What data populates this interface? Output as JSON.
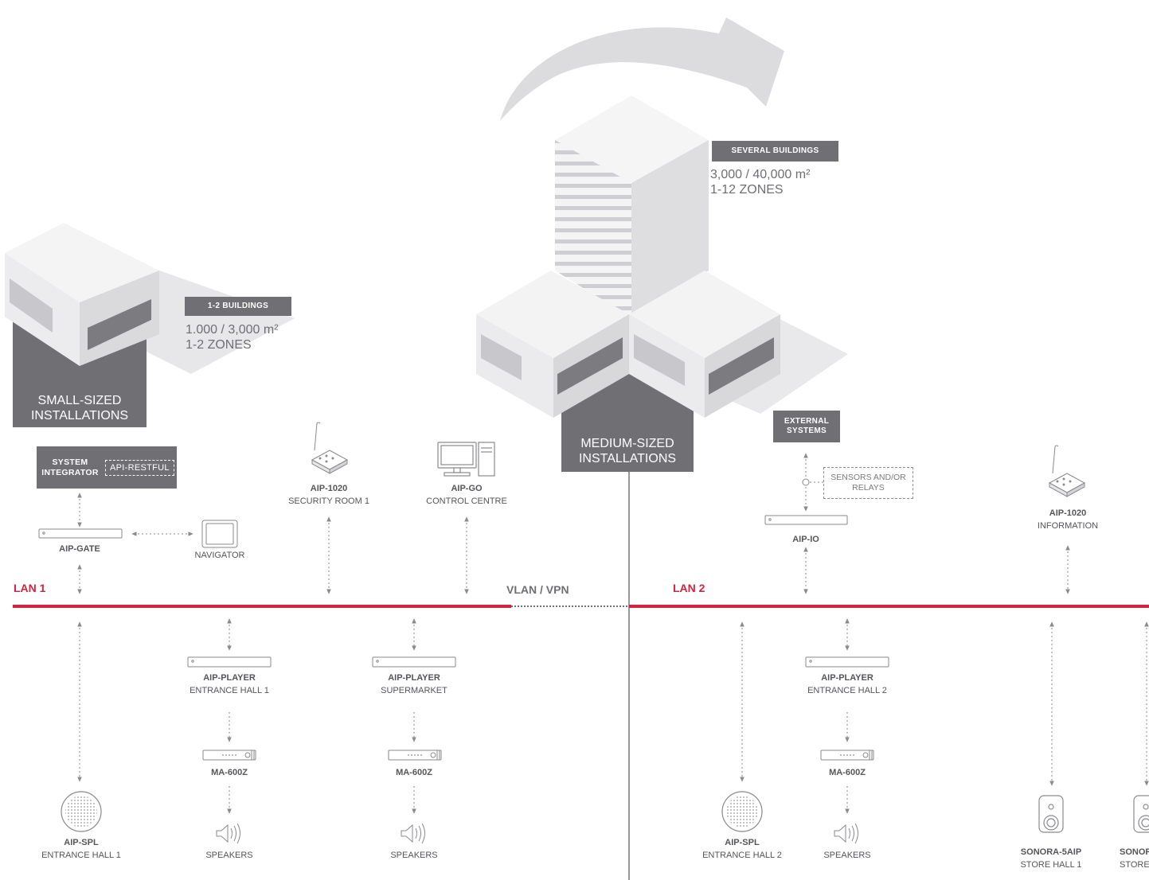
{
  "small": {
    "tag": "1-2 BUILDINGS",
    "area": "1.000 / 3,000 m²",
    "zones": "1-2 ZONES",
    "label_1": "SMALL-SIZED",
    "label_2": "INSTALLATIONS"
  },
  "medium": {
    "tag": "SEVERAL BUILDINGS",
    "area": "3,000 / 40,000 m²",
    "zones": "1-12 ZONES",
    "label_1": "MEDIUM-SIZED",
    "label_2": "INSTALLATIONS"
  },
  "integrator": {
    "line1": "SYSTEM",
    "line2": "INTEGRATOR",
    "api": "API-RESTFUL"
  },
  "external": {
    "line1": "EXTERNAL",
    "line2": "SYSTEMS"
  },
  "sensors": {
    "line1": "SENSORS AND/OR",
    "line2": "RELAYS"
  },
  "lan1": "LAN 1",
  "lan2": "LAN 2",
  "vpn": "VLAN / VPN",
  "devices": {
    "gate": {
      "name": "AIP-GATE"
    },
    "navigator": {
      "name": "NAVIGATOR"
    },
    "mic1": {
      "name": "AIP-1020",
      "loc": "SECURITY ROOM 1"
    },
    "go": {
      "name": "AIP-GO",
      "loc": "CONTROL CENTRE"
    },
    "io": {
      "name": "AIP-IO"
    },
    "mic2": {
      "name": "AIP-1020",
      "loc": "INFORMATION"
    },
    "player1": {
      "name": "AIP-PLAYER",
      "loc": "ENTRANCE HALL 1"
    },
    "player2": {
      "name": "AIP-PLAYER",
      "loc": "SUPERMARKET"
    },
    "player3": {
      "name": "AIP-PLAYER",
      "loc": "ENTRANCE HALL 2"
    },
    "amp1": {
      "name": "MA-600Z"
    },
    "amp2": {
      "name": "MA-600Z"
    },
    "amp3": {
      "name": "MA-600Z"
    },
    "spl1": {
      "name": "AIP-SPL",
      "loc": "ENTRANCE HALL 1"
    },
    "spl2": {
      "name": "AIP-SPL",
      "loc": "ENTRANCE HALL 2"
    },
    "spk1": {
      "name": "SPEAKERS"
    },
    "spk2": {
      "name": "SPEAKERS"
    },
    "spk3": {
      "name": "SPEAKERS"
    },
    "sonora1": {
      "name": "SONORA-5AIP",
      "loc": "STORE HALL 1"
    },
    "sonora2": {
      "name": "SONOR",
      "loc": "STORE"
    }
  },
  "colors": {
    "accent": "#d8213f",
    "tag_gray": "#6f6f74",
    "building_light": "#eeeeee",
    "building_dark": "#d4d4d4"
  }
}
